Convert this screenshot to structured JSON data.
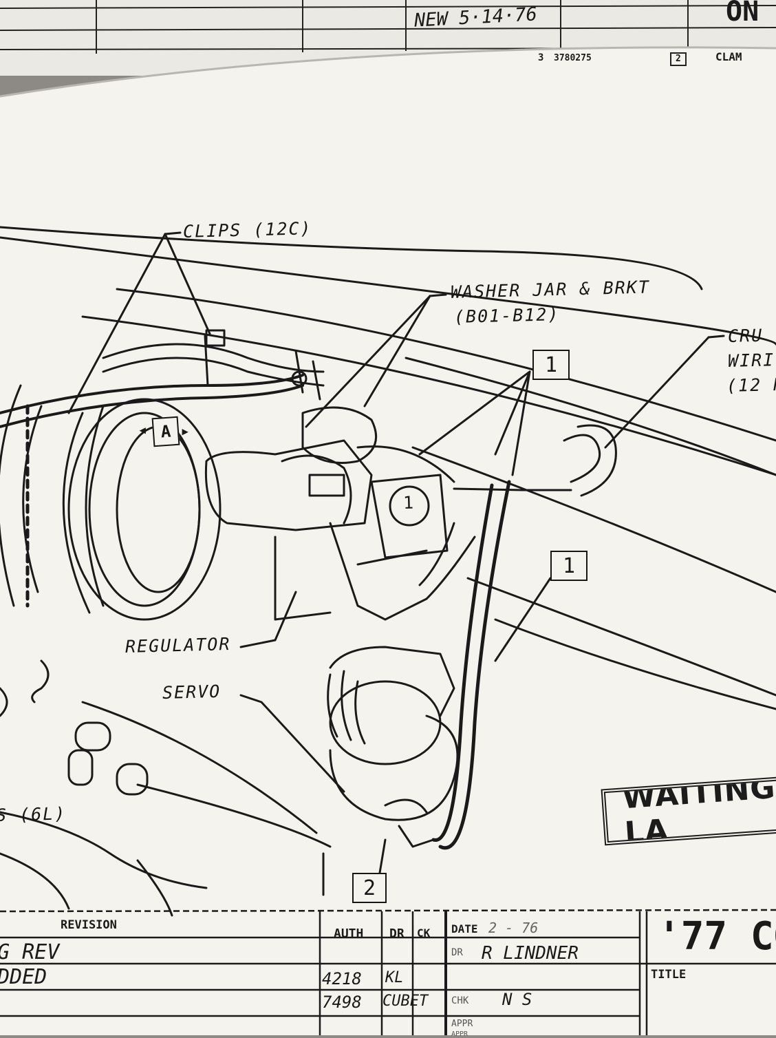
{
  "top_sheet": {
    "date_note": "NEW 5·14·76",
    "corner_text": "ON",
    "part_number": "3780275",
    "callout_number": "3",
    "clamp_box": "2",
    "clamp_text": "CLAM"
  },
  "diagram": {
    "labels": {
      "clips": "CLIPS (12C)",
      "washer_jar_line1": "WASHER JAR & BRKT",
      "washer_jar_line2": "(B01-B12)",
      "cruise_line1": "CRU",
      "cruise_line2": "WIRI",
      "cruise_line3": "(12 H",
      "regulator": "REGULATOR",
      "servo": "SERVO",
      "left_partial": "S (6L)",
      "view_marker": "A",
      "regulator_callout": "1"
    },
    "callout_boxes": [
      "1",
      "1",
      "2"
    ],
    "stamp": "WAITING LA"
  },
  "title_block": {
    "revision_header": "REVISION",
    "revision_rows": [
      "G REV",
      "DDED"
    ],
    "auth_header": "AUTH",
    "dr_header": "DR",
    "ck_header": "CK",
    "auth_entries": [
      "4218",
      "7498"
    ],
    "dr_entries": [
      "KL",
      "CUBET"
    ],
    "date_label": "DATE",
    "date_value": "2 - 76",
    "dr_label": "DR",
    "drafter": "R LINDNER",
    "chk_label": "CHK",
    "chk_value": "N S",
    "appr_label": "APPR",
    "appr2_label": "APPR",
    "title_label": "TITLE",
    "model_year": "'77 CO"
  }
}
